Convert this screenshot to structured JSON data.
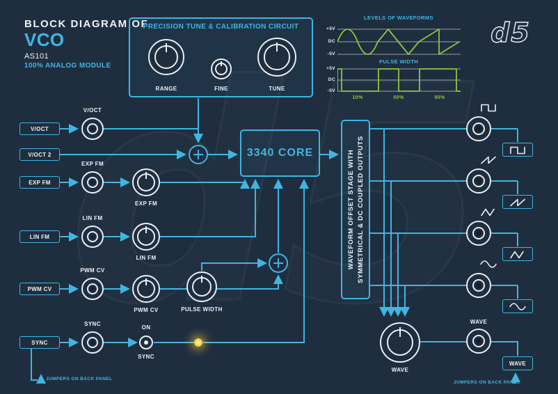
{
  "colors": {
    "bg": "#1f2e3f",
    "accent": "#41b5e2",
    "green": "#8dc63f",
    "text": "#edf2f6",
    "led": "#ffd23f"
  },
  "header": {
    "eyebrow": "BLOCK DIAGRAM OF",
    "title": "VCO",
    "model": "AS101",
    "subtitle": "100% ANALOG MODULE",
    "logo": "d5"
  },
  "calibration": {
    "title": "PRECISION TUNE & CALIBRATION CIRCUIT",
    "knobs": [
      "RANGE",
      "FINE",
      "TUNE"
    ]
  },
  "levels_panel": {
    "title": "LEVELS OF WAVEFORMS",
    "axis_labels": [
      "+5V",
      "DC",
      "-5V"
    ],
    "pulse_title": "PULSE WIDTH",
    "pulse_axis_labels": [
      "+5V",
      "DC",
      "-5V"
    ],
    "pulse_percents": [
      "10%",
      "50%",
      "90%"
    ]
  },
  "inputs": {
    "voct": "V/OCT",
    "voct2": "V/OCT 2",
    "expfm": "EXP FM",
    "linfm": "LIN FM",
    "pwmcv": "PWM CV",
    "sync": "SYNC"
  },
  "knobs": {
    "expfm": "EXP FM",
    "linfm": "LIN FM",
    "pwmcv": "PWM CV",
    "pulse_width": "PULSE WIDTH",
    "wave": "WAVE"
  },
  "sync_switch": {
    "on": "ON",
    "label": "SYNC"
  },
  "core": "3340 CORE",
  "offset_stage": {
    "line1": "WAVEFORM OFFSET STAGE WITH",
    "line2": "SYMMETRICAL & DC COUPLED OUTPUTS"
  },
  "outputs": {
    "waveforms": [
      "square",
      "saw",
      "triangle",
      "sine"
    ],
    "wave_label": "WAVE",
    "wave_box": "WAVE"
  },
  "notes": {
    "jumpers_left": "JUMPERS ON BACK PANEL",
    "jumpers_right": "JUMPERS ON BACK PANEL"
  }
}
